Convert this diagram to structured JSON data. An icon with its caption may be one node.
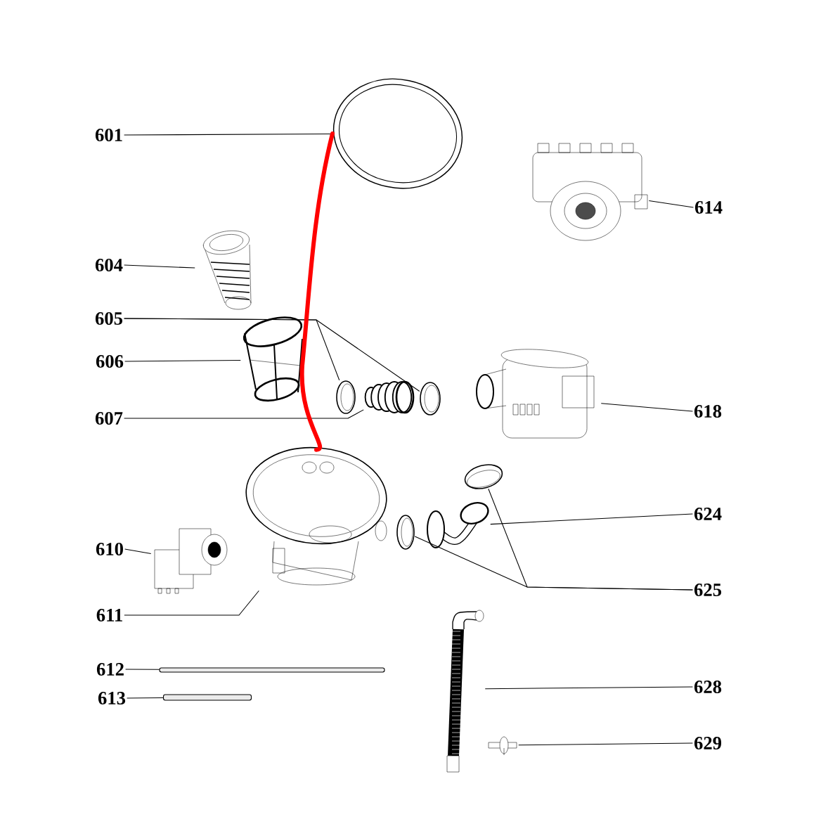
{
  "diagram": {
    "nodes": [
      {
        "text": [
          "601"
        ]
      },
      {
        "text": [],
        "shape": "picture"
      },
      {
        "text": [
          "614"
        ]
      },
      {
        "text": [],
        "shape": "picture"
      },
      {
        "text": [
          "604"
        ]
      },
      {
        "text": [],
        "shape": "picture"
      },
      {
        "text": [
          "605"
        ]
      },
      {
        "text": [],
        "shape": "picture"
      },
      {
        "text": [],
        "shape": "picture"
      },
      {
        "text": [
          "606"
        ]
      },
      {
        "text": [],
        "shape": "picture"
      },
      {
        "text": [
          "607"
        ]
      },
      {
        "text": [],
        "shape": "picture"
      },
      {
        "text": [
          "618"
        ]
      },
      {
        "text": [],
        "shape": "picture"
      },
      {
        "text": [],
        "shape": "picture"
      },
      {
        "text": [
          "624"
        ]
      },
      {
        "text": [],
        "shape": "picture"
      },
      {
        "text": [
          "625"
        ]
      },
      {
        "text": [],
        "shape": "picture"
      },
      {
        "text": [],
        "shape": "picture"
      },
      {
        "text": [
          "610"
        ]
      },
      {
        "text": [],
        "shape": "picture"
      },
      {
        "text": [
          "611"
        ]
      },
      {
        "text": [
          "612"
        ]
      },
      {
        "text": [],
        "shape": "bar"
      },
      {
        "text": [
          "613"
        ]
      },
      {
        "text": [],
        "shape": "bar"
      },
      {
        "text": [
          "628"
        ]
      },
      {
        "text": [],
        "shape": "picture"
      },
      {
        "text": [
          "629"
        ]
      },
      {
        "text": [],
        "shape": "picture"
      }
    ],
    "edges": [
      {
        "from": 0,
        "to": 1,
        "arrow": "none"
      },
      {
        "from": 2,
        "to": 3,
        "arrow": "none"
      },
      {
        "from": 4,
        "to": 5,
        "arrow": "none"
      },
      {
        "from": 6,
        "to": 7,
        "arrow": "none"
      },
      {
        "from": 6,
        "to": 8,
        "arrow": "none"
      },
      {
        "from": 9,
        "to": 10,
        "arrow": "none"
      },
      {
        "from": 11,
        "to": 12,
        "arrow": "none"
      },
      {
        "from": 13,
        "to": 14,
        "arrow": "none"
      },
      {
        "from": 16,
        "to": 17,
        "arrow": "none"
      },
      {
        "from": 18,
        "to": 19,
        "arrow": "none"
      },
      {
        "from": 18,
        "to": 20,
        "arrow": "none"
      },
      {
        "from": 21,
        "to": 22,
        "arrow": "none"
      },
      {
        "from": 23,
        "to": 15,
        "arrow": "none"
      },
      {
        "from": 24,
        "to": 25,
        "arrow": "none"
      },
      {
        "from": 26,
        "to": 27,
        "arrow": "none"
      },
      {
        "from": 28,
        "to": 29,
        "arrow": "none"
      },
      {
        "from": 30,
        "to": 31,
        "arrow": "none"
      },
      {
        "from": 1,
        "to": 15,
        "arrow": "none",
        "style": "thick",
        "color": "#ff0000"
      }
    ]
  }
}
